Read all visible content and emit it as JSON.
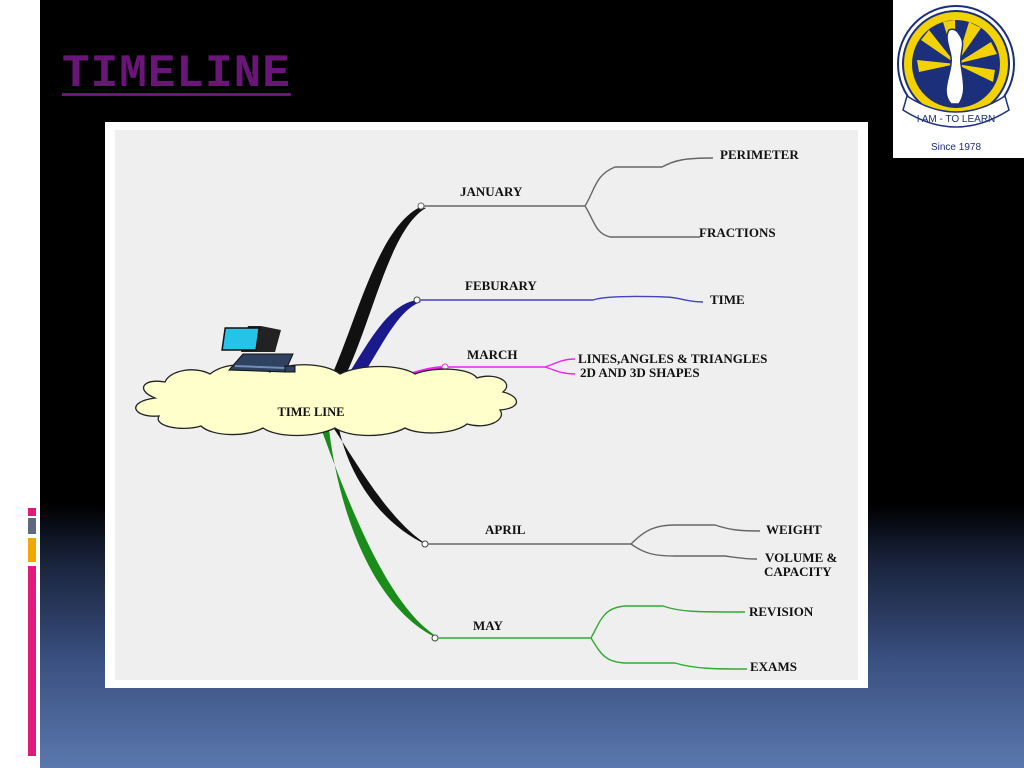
{
  "slide": {
    "title": "TIMELINE"
  },
  "logo": {
    "motto": "I AM - TO LEARN",
    "since": "Since 1978"
  },
  "diagram": {
    "center": {
      "label": "TIME LINE",
      "icon": "laptop-icon"
    },
    "branches": [
      {
        "label": "JANUARY",
        "color": "#111111",
        "leaf_color": "#666666",
        "leaves": [
          "PERIMETER",
          "FRACTIONS"
        ]
      },
      {
        "label": "FEBURARY",
        "color": "#1a1a8c",
        "leaf_color": "#4444bb",
        "leaves": [
          "TIME"
        ]
      },
      {
        "label": "MARCH",
        "color": "#ee22ee",
        "leaf_color": "#ee22ee",
        "leaves": [
          "LINES,ANGLES & TRIANGLES",
          "2D AND 3D SHAPES"
        ]
      },
      {
        "label": "APRIL",
        "color": "#111111",
        "leaf_color": "#666666",
        "leaves": [
          "WEIGHT",
          "VOLUME &",
          "CAPACITY"
        ]
      },
      {
        "label": "MAY",
        "color": "#1a8c1a",
        "leaf_color": "#33aa33",
        "leaves": [
          "REVISION",
          "EXAMS"
        ]
      }
    ]
  }
}
